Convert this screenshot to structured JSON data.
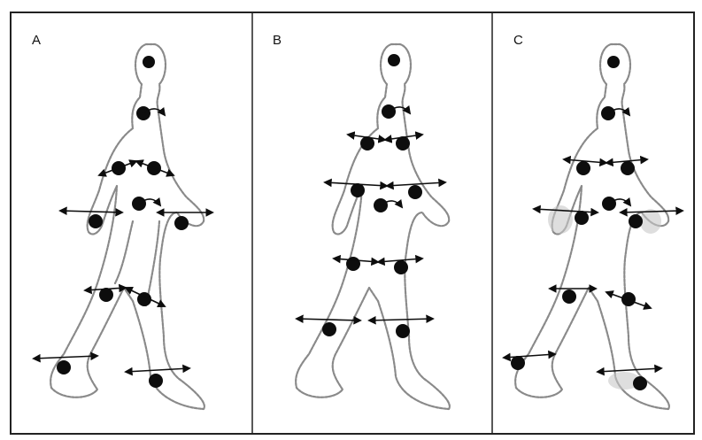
{
  "figure": {
    "panels": [
      {
        "id": "A",
        "label": "A"
      },
      {
        "id": "B",
        "label": "B"
      },
      {
        "id": "C",
        "label": "C"
      }
    ]
  },
  "colors": {
    "outline": "#8a8a8a",
    "marker": "#0d0d0d",
    "background": "#ffffff",
    "frame": "#222222"
  },
  "icons": [
    "walking-figure-outline",
    "joint-marker-icon",
    "double-arrow-icon"
  ]
}
